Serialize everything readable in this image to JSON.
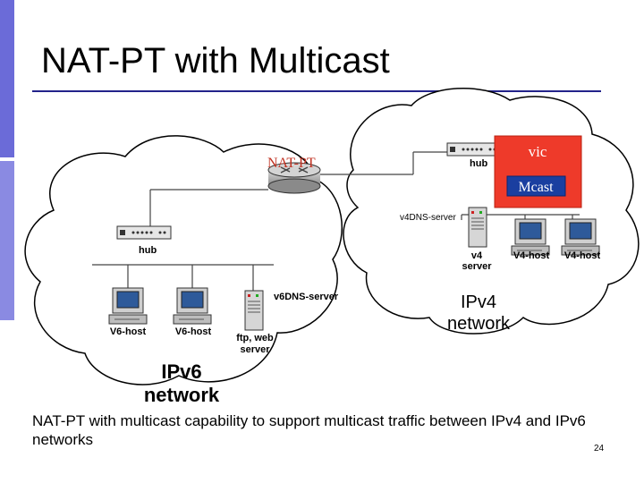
{
  "slide": {
    "title": "NAT-PT with Multicast",
    "caption": "NAT-PT with multicast capability to support multicast traffic between IPv4 and IPv6 networks",
    "page_number": "24"
  },
  "diagram": {
    "nat_pt_label": "NAT-PT",
    "vic_label": "vic",
    "mcast_label": "Mcast",
    "hub_label": "hub",
    "v4dns_label": "v4DNS-server",
    "v6dns_label": "v6DNS-server",
    "v4_server_label": [
      "v4",
      "server"
    ],
    "v4_host_label": "V4-host",
    "v6_host_label": "V6-host",
    "ftp_label": [
      "ftp, web",
      "server"
    ],
    "ipv4_network_label": [
      "IPv4",
      "network"
    ],
    "ipv6_network_label": [
      "IPv6",
      "network"
    ]
  },
  "colors": {
    "accent": "#6b6bd8",
    "rule": "#23238a",
    "vic_box": "#ee3a2a",
    "mcast_box": "#1a3fa0",
    "nat_label": "#c03020"
  }
}
